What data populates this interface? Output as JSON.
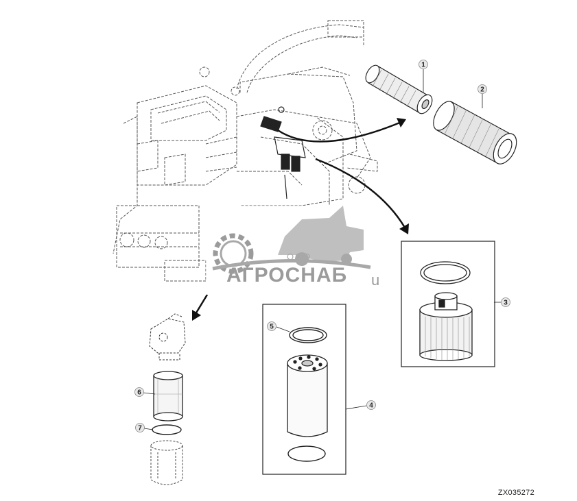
{
  "callouts": [
    "1",
    "2",
    "3",
    "4",
    "5",
    "6",
    "7"
  ],
  "figure_code": "ZX035272",
  "watermark": {
    "small": "ООО",
    "big": "АГРОСНАБ",
    "suffix": "u"
  },
  "colors": {
    "line": "#222222",
    "dash": "#555555",
    "watermark": "#8a8a8a"
  }
}
